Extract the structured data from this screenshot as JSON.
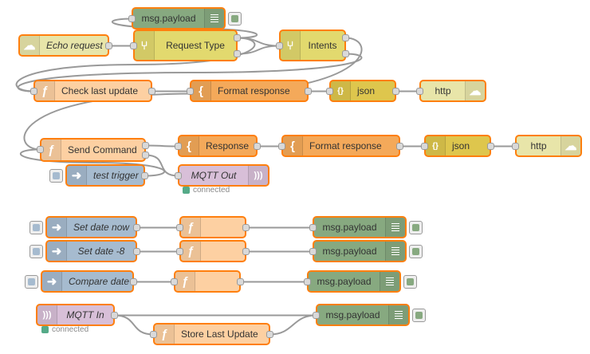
{
  "colors": {
    "function": "#fdd0a2",
    "template": "#f4a95a",
    "debug": "#87a980",
    "switch": "#e2d96e",
    "json": "#dec64d",
    "http": "#e8e5a9",
    "inject": "#a6bbcf",
    "mqtt": "#d8bfd8",
    "selected_border": "#ff7f0e",
    "wire": "#999999",
    "status_green": "#5a8"
  },
  "nodes": {
    "debug_top": {
      "label": "msg.payload",
      "icon": "list-icon"
    },
    "echo_request": {
      "label": "Echo request",
      "icon": "alexa-icon"
    },
    "request_type": {
      "label": "Request Type",
      "icon": "switch-icon"
    },
    "intents": {
      "label": "Intents",
      "icon": "switch-icon"
    },
    "check_last_update": {
      "label": "Check last update",
      "icon": "function-icon"
    },
    "format_response_1": {
      "label": "Format response",
      "icon": "template-icon"
    },
    "json_1": {
      "label": "json",
      "icon": "json-icon"
    },
    "http_1": {
      "label": "http",
      "icon": "http-response-icon"
    },
    "send_command": {
      "label": "Send Command",
      "icon": "function-icon"
    },
    "response": {
      "label": "Response",
      "icon": "template-icon"
    },
    "format_response_2": {
      "label": "Format response",
      "icon": "template-icon"
    },
    "json_2": {
      "label": "json",
      "icon": "json-icon"
    },
    "http_2": {
      "label": "http",
      "icon": "http-response-icon"
    },
    "test_trigger": {
      "label": "test trigger",
      "icon": "inject-icon"
    },
    "mqtt_out": {
      "label": "MQTT Out",
      "icon": "mqtt-icon",
      "status": "connected"
    },
    "set_date_now": {
      "label": "Set date now",
      "icon": "inject-icon"
    },
    "func_a": {
      "label": "",
      "icon": "function-icon"
    },
    "debug_a": {
      "label": "msg.payload",
      "icon": "list-icon"
    },
    "set_date_8": {
      "label": "Set date -8",
      "icon": "inject-icon"
    },
    "func_b": {
      "label": "",
      "icon": "function-icon"
    },
    "debug_b": {
      "label": "msg.payload",
      "icon": "list-icon"
    },
    "compare_date": {
      "label": "Compare date",
      "icon": "inject-icon"
    },
    "func_c": {
      "label": "",
      "icon": "function-icon"
    },
    "debug_c": {
      "label": "msg.payload",
      "icon": "list-icon"
    },
    "mqtt_in": {
      "label": "MQTT In",
      "icon": "mqtt-icon",
      "status": "connected"
    },
    "debug_d": {
      "label": "msg.payload",
      "icon": "list-icon"
    },
    "store_last_update": {
      "label": "Store Last Update",
      "icon": "function-icon"
    }
  },
  "wires": [
    [
      "request_type",
      0,
      "debug_top"
    ],
    [
      "echo_request",
      0,
      "request_type"
    ],
    [
      "request_type",
      0,
      "intents"
    ],
    [
      "request_type",
      1,
      "intents"
    ],
    [
      "request_type",
      0,
      "check_last_update"
    ],
    [
      "intents",
      0,
      "send_command"
    ],
    [
      "intents",
      1,
      "check_last_update"
    ],
    [
      "check_last_update",
      0,
      "format_response_1"
    ],
    [
      "format_response_1",
      0,
      "json_1"
    ],
    [
      "json_1",
      0,
      "http_1"
    ],
    [
      "send_command",
      0,
      "response"
    ],
    [
      "send_command",
      1,
      "mqtt_out"
    ],
    [
      "test_trigger",
      0,
      "send_command"
    ],
    [
      "response",
      0,
      "format_response_2"
    ],
    [
      "format_response_2",
      0,
      "json_2"
    ],
    [
      "json_2",
      0,
      "http_2"
    ],
    [
      "set_date_now",
      0,
      "func_a"
    ],
    [
      "func_a",
      0,
      "debug_a"
    ],
    [
      "set_date_8",
      0,
      "func_b"
    ],
    [
      "func_b",
      0,
      "debug_b"
    ],
    [
      "compare_date",
      0,
      "func_c"
    ],
    [
      "func_c",
      0,
      "debug_c"
    ],
    [
      "mqtt_in",
      0,
      "debug_d"
    ],
    [
      "mqtt_in",
      0,
      "store_last_update"
    ],
    [
      "store_last_update",
      0,
      "debug_d"
    ]
  ]
}
